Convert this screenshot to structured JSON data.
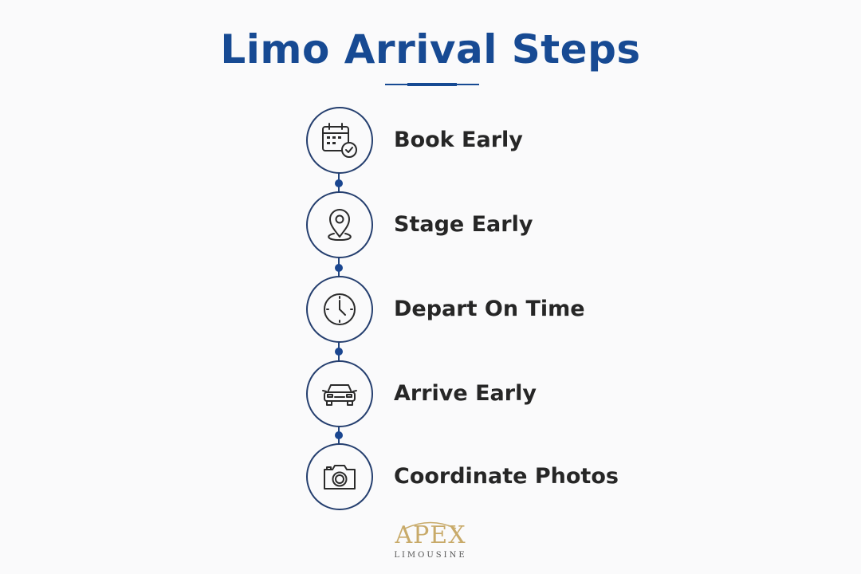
{
  "title": "Limo Arrival Steps",
  "steps": [
    {
      "label": "Book Early",
      "icon": "calendar-check-icon"
    },
    {
      "label": "Stage Early",
      "icon": "map-pin-icon"
    },
    {
      "label": "Depart On Time",
      "icon": "clock-icon"
    },
    {
      "label": "Arrive Early",
      "icon": "car-icon"
    },
    {
      "label": "Coordinate Photos",
      "icon": "camera-icon"
    }
  ],
  "logo": {
    "name": "APEX",
    "subtitle": "LIMOUSINE"
  },
  "colors": {
    "title": "#174a93",
    "circle_border": "#253f6f",
    "connector_dot": "#1a4690",
    "label_text": "#262626",
    "logo_gold": "#c8aa69",
    "background": "#fafafb"
  }
}
